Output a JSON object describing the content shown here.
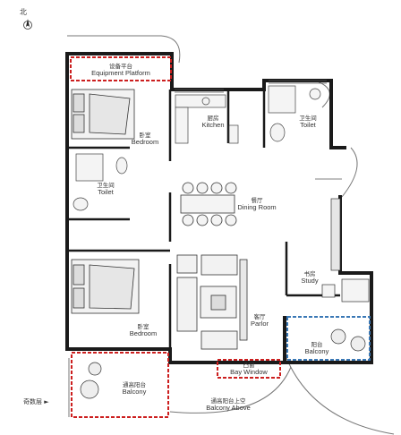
{
  "compass": {
    "north_label": "北"
  },
  "floor_note": "奇数层 ►",
  "rooms": {
    "equipment": {
      "zh": "设备平台",
      "en": "Equipment Platform"
    },
    "bedroom_top": {
      "zh": "卧室",
      "en": "Bedroom"
    },
    "kitchen": {
      "zh": "厨房",
      "en": "Kitchen"
    },
    "toilet_top": {
      "zh": "卫生间",
      "en": "Toilet"
    },
    "toilet_mid": {
      "zh": "卫生间",
      "en": "Toilet"
    },
    "dining": {
      "zh": "餐厅",
      "en": "Dining Room"
    },
    "study": {
      "zh": "书房",
      "en": "Study"
    },
    "bedroom_bottom": {
      "zh": "卧室",
      "en": "Bedroom"
    },
    "parlor": {
      "zh": "客厅",
      "en": "Parlor"
    },
    "balcony_right": {
      "zh": "阳台",
      "en": "Balcony"
    },
    "balcony_left": {
      "zh": "通高阳台",
      "en": "Balcony"
    },
    "bay_window": {
      "zh": "凸窗",
      "en": "Bay Window"
    },
    "balcony_above": {
      "zh": "通高阳台上空",
      "en": "Balcony Above"
    }
  },
  "highlight_colors": {
    "red_dashed": "#cc1f1f",
    "blue_dashed": "#3a78b5",
    "wall": "#1a1a1a"
  }
}
